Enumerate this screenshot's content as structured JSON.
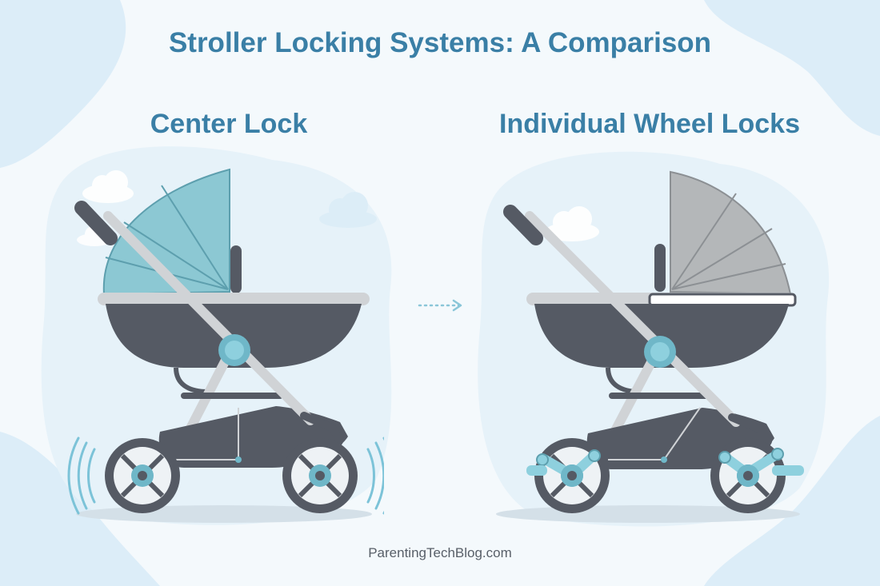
{
  "title": "Stroller Locking Systems: A Comparison",
  "panels": [
    {
      "label": "Center Lock",
      "canopy_color": "#8cc8d3",
      "canopy_stroke": "#5d9fae"
    },
    {
      "label": "Individual Wheel Locks",
      "canopy_color": "#b4b7b9",
      "canopy_stroke": "#8c9094"
    }
  ],
  "footer": "ParentingTechBlog.com",
  "colors": {
    "accent": "#3a7fa6",
    "frame": "#d0d3d6",
    "body": "#555a64",
    "lock": "#8ed0de",
    "hub": "#6fb7c8"
  },
  "icons": [
    "cloud-icon",
    "dotted-arrow-icon",
    "vibration-icon",
    "brake-pedal-icon"
  ]
}
